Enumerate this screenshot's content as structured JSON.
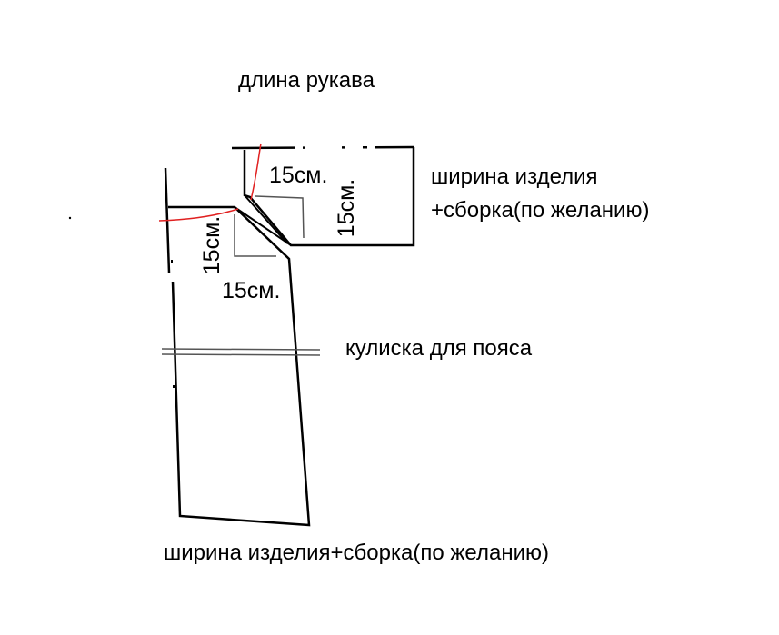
{
  "labels": {
    "sleeve_length": "длина рукава",
    "width_right_line1": "ширина изделия",
    "width_right_line2": "+сборка(по желанию)",
    "drawstring": "кулиска для пояса",
    "width_bottom": "ширина изделия+сборка(по желанию)"
  },
  "dimensions": {
    "top_horizontal": "15см.",
    "top_vertical": "15см.",
    "left_vertical": "15см.",
    "left_horizontal": "15см."
  },
  "colors": {
    "line": "#000000",
    "guide": "#555555",
    "correction": "#e02020",
    "background": "#ffffff"
  }
}
